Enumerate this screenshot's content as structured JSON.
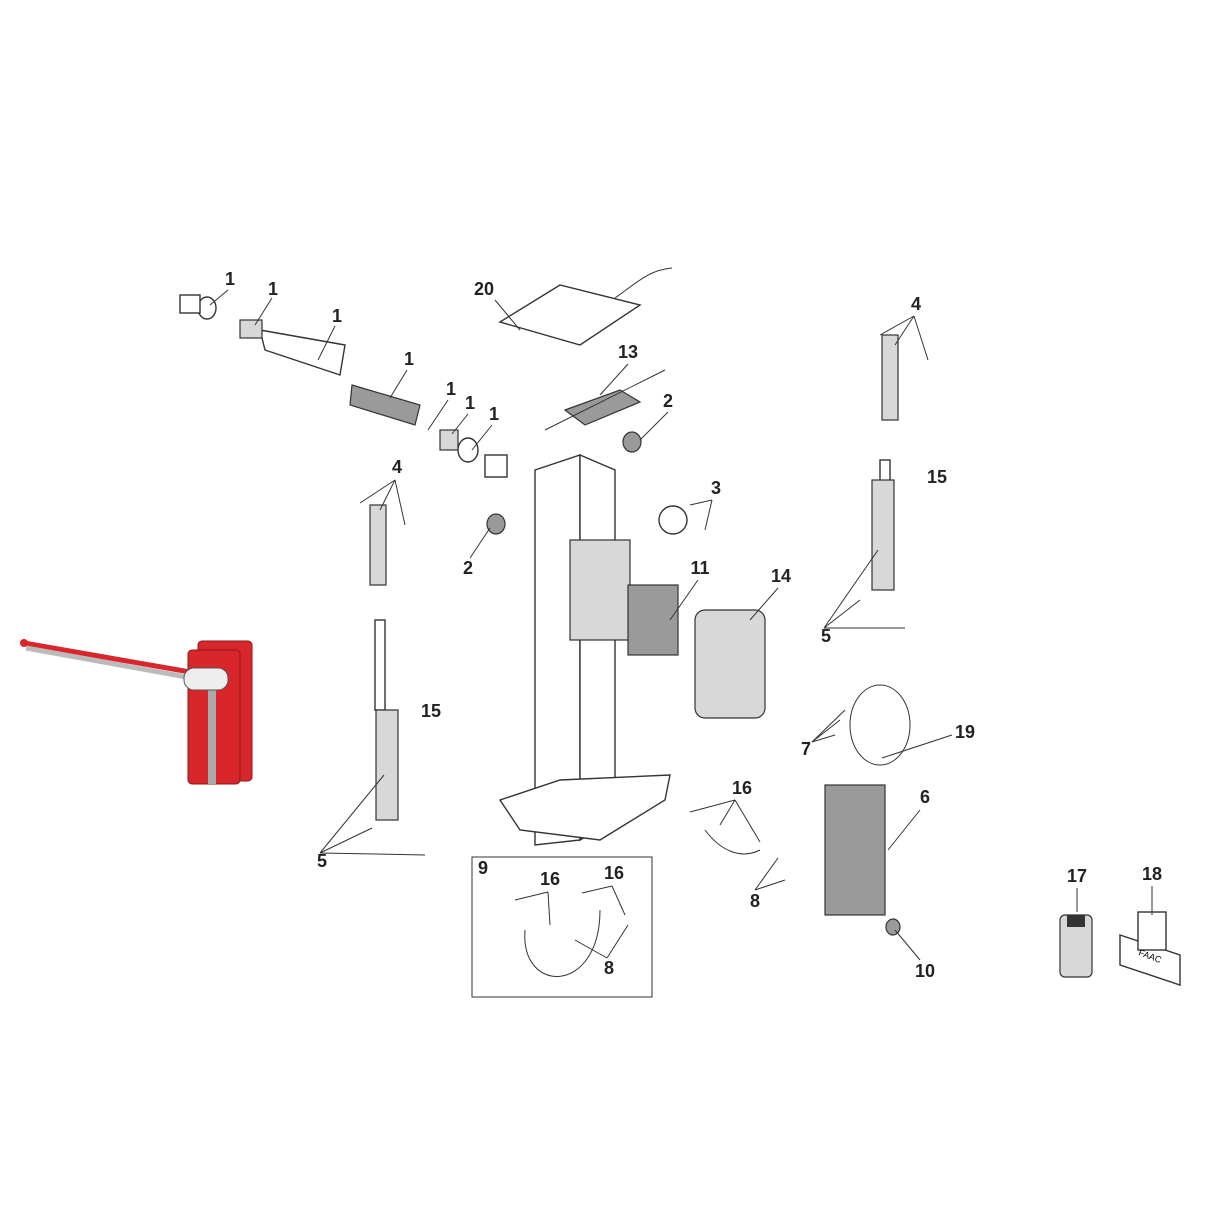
{
  "callouts": [
    "1",
    "1",
    "1",
    "1",
    "1",
    "1",
    "1",
    "20",
    "13",
    "2",
    "2",
    "3",
    "4",
    "4",
    "15",
    "11",
    "14",
    "5",
    "15",
    "5",
    "7",
    "19",
    "16",
    "6",
    "9",
    "16",
    "16",
    "8",
    "8",
    "10",
    "17",
    "18"
  ],
  "logo_text": "FAAC",
  "colors": {
    "barrier_red": "#d9262b",
    "line": "#333333",
    "part_grey": "#9a9a9a"
  }
}
